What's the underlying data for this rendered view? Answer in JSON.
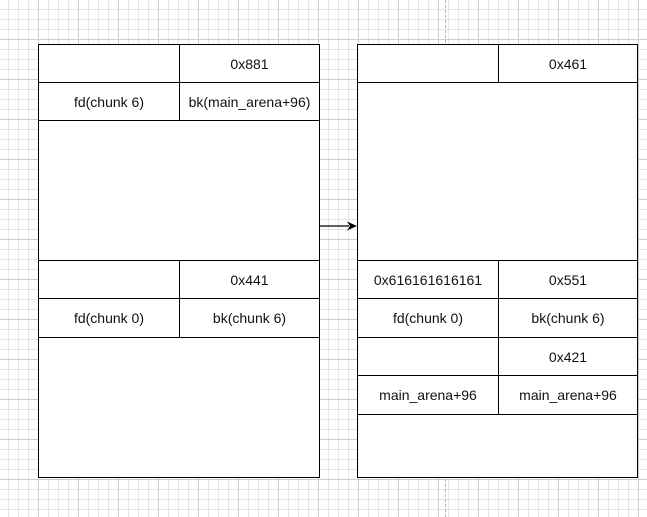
{
  "diagram": {
    "left_chunk": {
      "top_size": "0x881",
      "top_fd": "fd(chunk 6)",
      "top_bk": "bk(main_arena+96)",
      "lower_size": "0x441",
      "lower_fd": "fd(chunk 0)",
      "lower_bk": "bk(chunk 6)"
    },
    "right_chunk": {
      "top_size": "0x461",
      "overflow_prev_size": "0x616161616161",
      "overflow_size": "0x551",
      "overflow_fd": "fd(chunk 0)",
      "overflow_bk": "bk(chunk 6)",
      "inner_size": "0x421",
      "inner_fd": "main_arena+96",
      "inner_bk": "main_arena+96"
    },
    "colors": {
      "stroke": "#000000",
      "text": "#111111",
      "grid": "#d2d2d2",
      "background": "#ffffff"
    }
  }
}
